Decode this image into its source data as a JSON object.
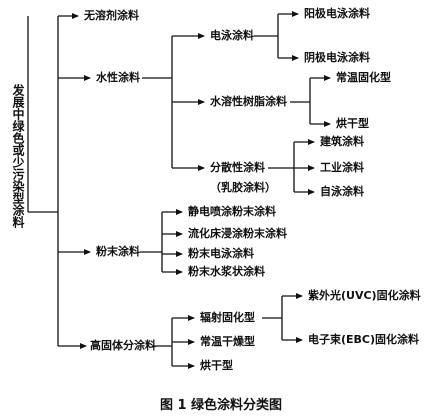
{
  "root": "发展中绿色或少污染型涂料",
  "categories": {
    "solventless": "无溶剂涂料",
    "waterborne": "水性涂料",
    "powder": "粉末涂料",
    "high_solid": "高固体分涂料"
  },
  "waterborne": {
    "electro": "电泳涂料",
    "anodic": "阳极电泳涂料",
    "cathodic": "阴极电泳涂料",
    "water_soluble": "水溶性树脂涂料",
    "ambient_cure": "常温固化型",
    "bake_dry": "烘干型",
    "dispersion": "分散性涂料",
    "latex": "（乳胶涂料）",
    "architectural": "建筑涂料",
    "industrial": "工业涂料",
    "self_cleaning": "自泳涂料"
  },
  "powder": {
    "electrostatic": "静电喷涂粉末涂料",
    "fluidized": "流化床浸涂粉末涂料",
    "electro_powder": "粉末电泳涂料",
    "slurry": "粉末水浆状涂料"
  },
  "high_solid": {
    "radiation": "辐射固化型",
    "ambient_dry": "常温干燥型",
    "bake_dry": "烘干型",
    "uv": "紫外光(UVC)固化涂料",
    "eb": "电子束(EBC)固化涂料"
  },
  "caption": "图 1  绿色涂料分类图"
}
